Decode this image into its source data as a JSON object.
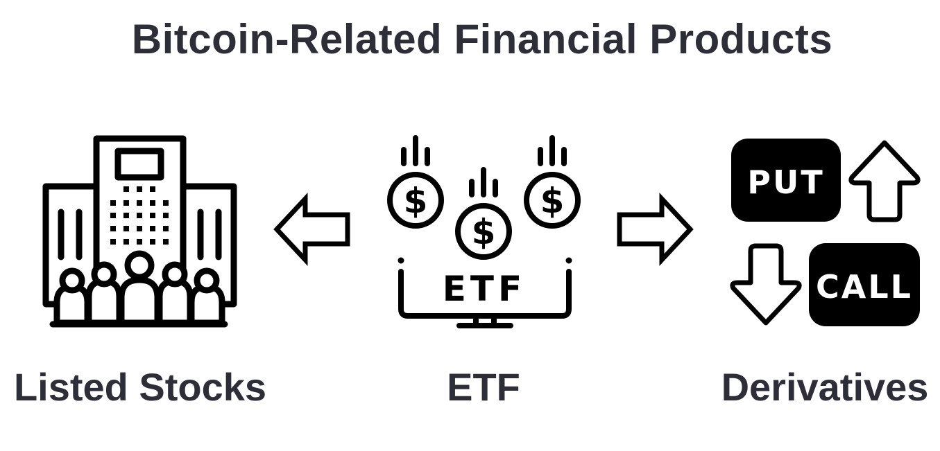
{
  "title": "Bitcoin-Related Financial Products",
  "products": [
    {
      "label": "Listed Stocks",
      "icon": "office-building-crowd-icon"
    },
    {
      "label": "ETF",
      "icon": "etf-monitor-coins-icon",
      "icon_text": "ETF"
    },
    {
      "label": "Derivatives",
      "icon": "put-call-options-icon",
      "put_text": "PUT",
      "call_text": "CALL"
    }
  ]
}
